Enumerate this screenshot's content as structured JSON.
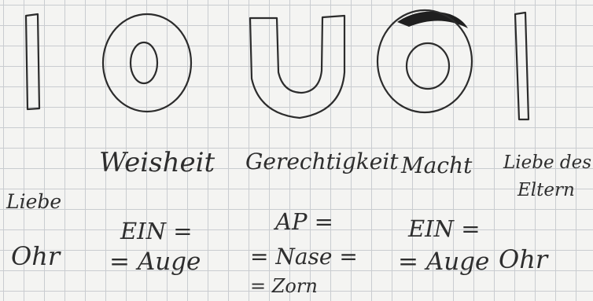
{
  "symbols": [
    {
      "name": "I"
    },
    {
      "name": "O"
    },
    {
      "name": "U"
    },
    {
      "name": "O"
    },
    {
      "name": "I"
    }
  ],
  "concepts": [
    "Weisheit",
    "Gerechtigkeit",
    "Macht",
    "Liebe des",
    "Eltern"
  ],
  "left_label": "Liebe",
  "row1": [
    "EIN =",
    "AP =",
    "EIN ="
  ],
  "row2": [
    "Ohr",
    "= Auge",
    "= Nase =",
    "= Auge",
    "Ohr"
  ],
  "row3": [
    "= Zorn"
  ]
}
